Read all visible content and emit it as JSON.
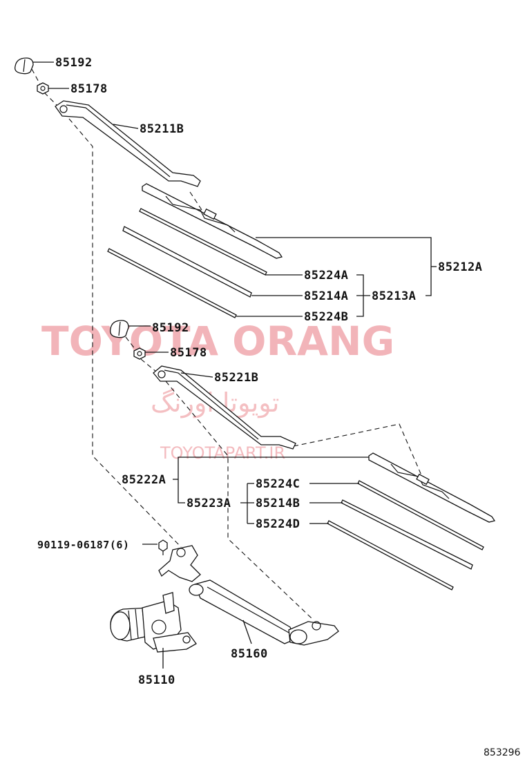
{
  "watermark": {
    "brand": "TOYOTA ORANG",
    "persian": "تویوتا اورنگ",
    "url": "TOYOTAPART.IR"
  },
  "labels": {
    "p85192_top": "85192",
    "p85178_top": "85178",
    "p85211B": "85211B",
    "p85212A": "85212A",
    "p85224A": "85224A",
    "p85214A": "85214A",
    "p85213A": "85213A",
    "p85224B": "85224B",
    "p85192_mid": "85192",
    "p85178_mid": "85178",
    "p85221B": "85221B",
    "p85222A": "85222A",
    "p85224C": "85224C",
    "p85223A": "85223A",
    "p85214B": "85214B",
    "p85224D": "85224D",
    "p90119": "90119-06187(6)",
    "p85160": "85160",
    "p85110": "85110"
  },
  "diagram_code": "853296"
}
